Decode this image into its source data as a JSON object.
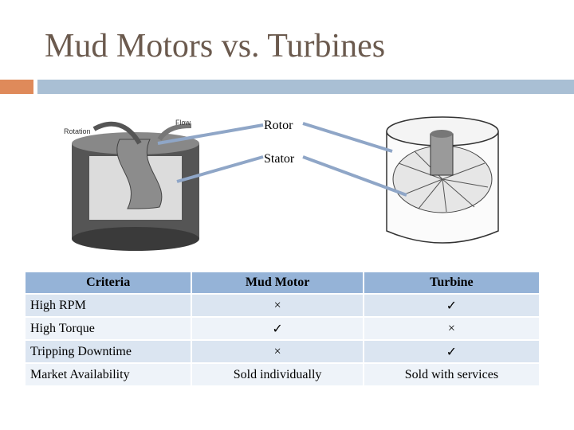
{
  "slide": {
    "title": "Mud Motors vs. Turbines"
  },
  "figure": {
    "rotor_label": "Rotor",
    "stator_label": "Stator",
    "motor_rotation_label": "Rotation",
    "motor_flow_label": "Flow"
  },
  "table": {
    "headers": [
      "Criteria",
      "Mud Motor",
      "Turbine"
    ],
    "rows": [
      {
        "criteria": "High RPM",
        "mud_motor": "×",
        "turbine": "✓"
      },
      {
        "criteria": "High Torque",
        "mud_motor": "✓",
        "turbine": "×"
      },
      {
        "criteria": "Tripping Downtime",
        "mud_motor": "×",
        "turbine": "✓"
      },
      {
        "criteria": "Market Availability",
        "mud_motor": "Sold individually",
        "turbine": "Sold with services"
      }
    ]
  },
  "colors": {
    "title": "#6b5a4e",
    "accent_orange": "#df8a5a",
    "accent_blue": "#a9bfd4",
    "header_fill": "#95b3d7",
    "row_fill": "#dbe5f1"
  }
}
